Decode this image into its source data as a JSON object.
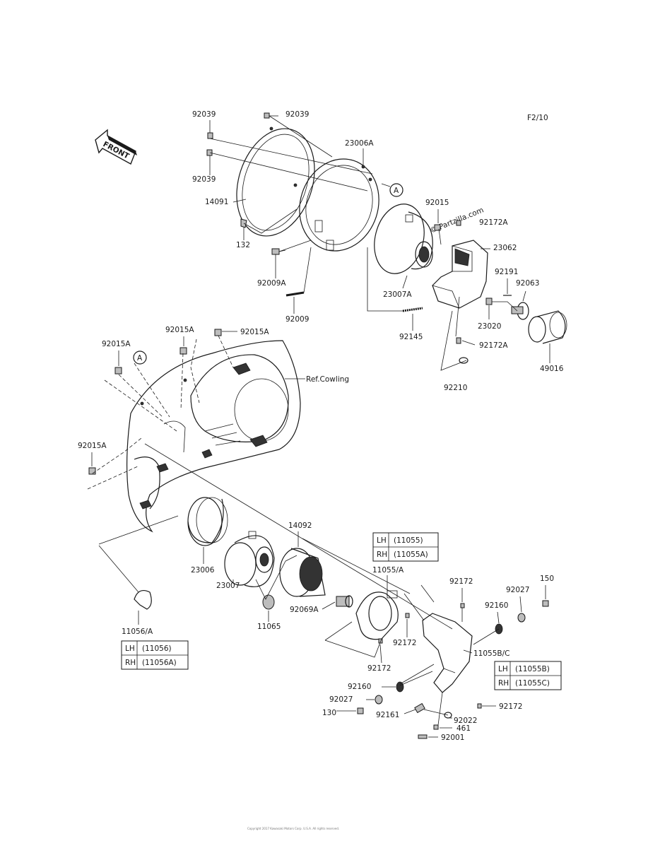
{
  "page_code": "F2/10",
  "watermark": "© Partzilla.com",
  "front_label": "FRONT",
  "ref_labels": {
    "circle_a_top": "A",
    "circle_a_cowl": "A",
    "ref_cowling": "Ref.Cowling"
  },
  "parts": [
    {
      "id": "p_92039_tl",
      "num": "92039"
    },
    {
      "id": "p_92039_top",
      "num": "92039"
    },
    {
      "id": "p_92039_l2",
      "num": "92039"
    },
    {
      "id": "p_14091",
      "num": "14091"
    },
    {
      "id": "p_132",
      "num": "132"
    },
    {
      "id": "p_23006a",
      "num": "23006A"
    },
    {
      "id": "p_92009a",
      "num": "92009A"
    },
    {
      "id": "p_92009",
      "num": "92009"
    },
    {
      "id": "p_23007a",
      "num": "23007A"
    },
    {
      "id": "p_92015",
      "num": "92015"
    },
    {
      "id": "p_92172a_t",
      "num": "92172A"
    },
    {
      "id": "p_23062",
      "num": "23062"
    },
    {
      "id": "p_92191",
      "num": "92191"
    },
    {
      "id": "p_92063",
      "num": "92063"
    },
    {
      "id": "p_23020",
      "num": "23020"
    },
    {
      "id": "p_92145",
      "num": "92145"
    },
    {
      "id": "p_92172a_b",
      "num": "92172A"
    },
    {
      "id": "p_49016",
      "num": "49016"
    },
    {
      "id": "p_92210",
      "num": "92210"
    },
    {
      "id": "p_92015a_1",
      "num": "92015A"
    },
    {
      "id": "p_92015a_2",
      "num": "92015A"
    },
    {
      "id": "p_92015a_3",
      "num": "92015A"
    },
    {
      "id": "p_92015a_4",
      "num": "92015A"
    },
    {
      "id": "p_14092",
      "num": "14092"
    },
    {
      "id": "p_23006",
      "num": "23006"
    },
    {
      "id": "p_23007",
      "num": "23007"
    },
    {
      "id": "p_11065",
      "num": "11065"
    },
    {
      "id": "p_92069a",
      "num": "92069A"
    },
    {
      "id": "p_11055a",
      "num": "11055/A"
    },
    {
      "id": "p_92172_1",
      "num": "92172"
    },
    {
      "id": "p_92172_2",
      "num": "92172"
    },
    {
      "id": "p_92172_3",
      "num": "92172"
    },
    {
      "id": "p_92172_4",
      "num": "92172"
    },
    {
      "id": "p_92027_r",
      "num": "92027"
    },
    {
      "id": "p_150",
      "num": "150"
    },
    {
      "id": "p_92160_r",
      "num": "92160"
    },
    {
      "id": "p_11055bc",
      "num": "11055B/C"
    },
    {
      "id": "p_92160_l",
      "num": "92160"
    },
    {
      "id": "p_92027_l",
      "num": "92027"
    },
    {
      "id": "p_130",
      "num": "130"
    },
    {
      "id": "p_92161",
      "num": "92161"
    },
    {
      "id": "p_92022",
      "num": "92022"
    },
    {
      "id": "p_461",
      "num": "461"
    },
    {
      "id": "p_92001",
      "num": "92001"
    },
    {
      "id": "p_11056a",
      "num": "11056/A"
    }
  ],
  "tables": {
    "t11055": [
      {
        "side": "LH",
        "part": "(11055)"
      },
      {
        "side": "RH",
        "part": "(11055A)"
      }
    ],
    "t11055bc": [
      {
        "side": "LH",
        "part": "(11055B)"
      },
      {
        "side": "RH",
        "part": "(11055C)"
      }
    ],
    "t11056": [
      {
        "side": "LH",
        "part": "(11056)"
      },
      {
        "side": "RH",
        "part": "(11056A)"
      }
    ]
  },
  "copyright": "Copyright 2017 Kawasaki Motors Corp. U.S.A. All rights reserved."
}
